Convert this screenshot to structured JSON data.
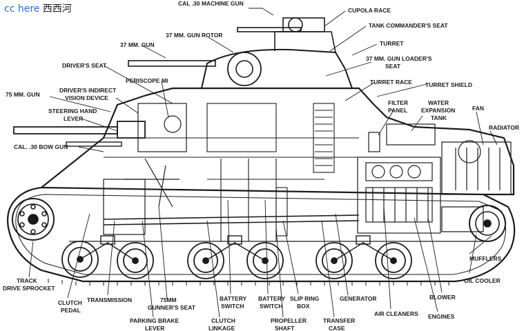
{
  "watermark": {
    "part_a": "cc here",
    "part_b": "西西河"
  },
  "labels": {
    "cal30_machine_gun": "CAL .30 MACHINE GUN",
    "cupola_race": "CUPOLA RACE",
    "gun_rotor_37mm": "37 MM. GUN ROTOR",
    "tank_commanders_seat": "TANK COMMANDER'S SEAT",
    "gun_37mm": "37 MM. GUN",
    "turret": "TURRET",
    "gun_loaders_seat_l1": "37 MM. GUN LOADER'S",
    "gun_loaders_seat_l2": "SEAT",
    "drivers_seat": "DRIVER'S SEAT",
    "periscope": "PERISCOPE MI",
    "turret_race": "TURRET RACE",
    "turret_shield": "TURRET SHIELD",
    "gun_75mm": "75 MM. GUN",
    "indirect_vision_l1": "DRIVER'S INDIRECT",
    "indirect_vision_l2": "VISION DEVICE",
    "filter_panel_l1": "FILTER",
    "filter_panel_l2": "PANEL",
    "water_tank_l1": "WATER",
    "water_tank_l2": "EXPANSION",
    "water_tank_l3": "TANK",
    "fan": "FAN",
    "steering_lever_l1": "STEERING HAND",
    "steering_lever_l2": "LEVER",
    "radiator": "RADIATOR",
    "bow_gun": "CAL. .30 BOW GUN",
    "mufflers": "MUFFLERS",
    "sprocket_l1": "TRACK",
    "sprocket_l2": "DRIVE SPROCKET",
    "oil_cooler": "OIL COOLER",
    "transmission": "TRANSMISSION",
    "clutch_pedal_l1": "CLUTCH",
    "clutch_pedal_l2": "PEDAL",
    "gunners_seat_l1": "75MM",
    "gunners_seat_l2": "GUNNER'S SEAT",
    "battery_switch_a_l1": "BATTERY",
    "battery_switch_a_l2": "SWITCH",
    "battery_switch_b_l1": "BATTERY",
    "battery_switch_b_l2": "SWITCH",
    "slip_ring_l1": "SLIP RING",
    "slip_ring_l2": "BOX",
    "generator": "GENERATOR",
    "blower": "BLOWER",
    "air_cleaners": "AIR CLEANERS",
    "engines": "ENGINES",
    "parking_brake_l1": "PARKING BRAKE",
    "parking_brake_l2": "LEVER",
    "clutch_linkage_l1": "CLUTCH",
    "clutch_linkage_l2": "LINKAGE",
    "propeller_shaft_l1": "PROPELLER",
    "propeller_shaft_l2": "SHAFT",
    "transfer_case_l1": "TRANSFER",
    "transfer_case_l2": "CASE"
  },
  "colors": {
    "ink": "#1a1a1a",
    "paper": "#ffffff",
    "watermark_blue": "#2a6ad6",
    "faint": "#bfbfbf"
  }
}
